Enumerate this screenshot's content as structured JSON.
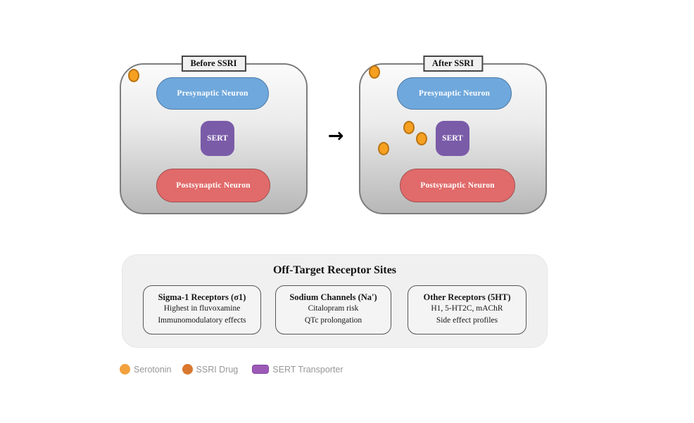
{
  "panels": {
    "before": {
      "label": "Before SSRI",
      "presynaptic": "Presynaptic Neuron",
      "sert": "SERT",
      "postsynaptic": "Postsynaptic Neuron"
    },
    "after": {
      "label": "After SSRI",
      "presynaptic": "Presynaptic Neuron",
      "sert": "SERT",
      "postsynaptic": "Postsynaptic Neuron"
    }
  },
  "arrow": "→",
  "off_target": {
    "title": "Off-Target Receptor Sites",
    "cards": [
      {
        "title": "Sigma-1 Receptors (σ1)",
        "line1": "Highest in fluvoxamine",
        "line2": "Immunomodulatory effects"
      },
      {
        "title": "Sodium Channels (Na')",
        "line1": "Citalopram risk",
        "line2": "QTc prolongation"
      },
      {
        "title": "Other Receptors (5HT)",
        "line1": "H1, 5-HT2C, mAChR",
        "line2": "Side effect profiles"
      }
    ]
  },
  "legend": {
    "items": [
      {
        "label": "Serotonin",
        "swatch": "serotonin-circle-icon"
      },
      {
        "label": "SSRI Drug",
        "swatch": "ssri-circle-icon"
      },
      {
        "label": "SERT Transporter",
        "swatch": "sert-rect-icon"
      }
    ]
  },
  "colors": {
    "serotonin_fill": "#F6A021",
    "serotonin_legend": "#F2A13C",
    "ssri_drug": "#D9782E",
    "sert_purple": "#7A5BA8",
    "legend_purple": "#9C59B6",
    "presynaptic_blue": "#6FA8DC",
    "postsynaptic_red": "#E16A6A"
  }
}
